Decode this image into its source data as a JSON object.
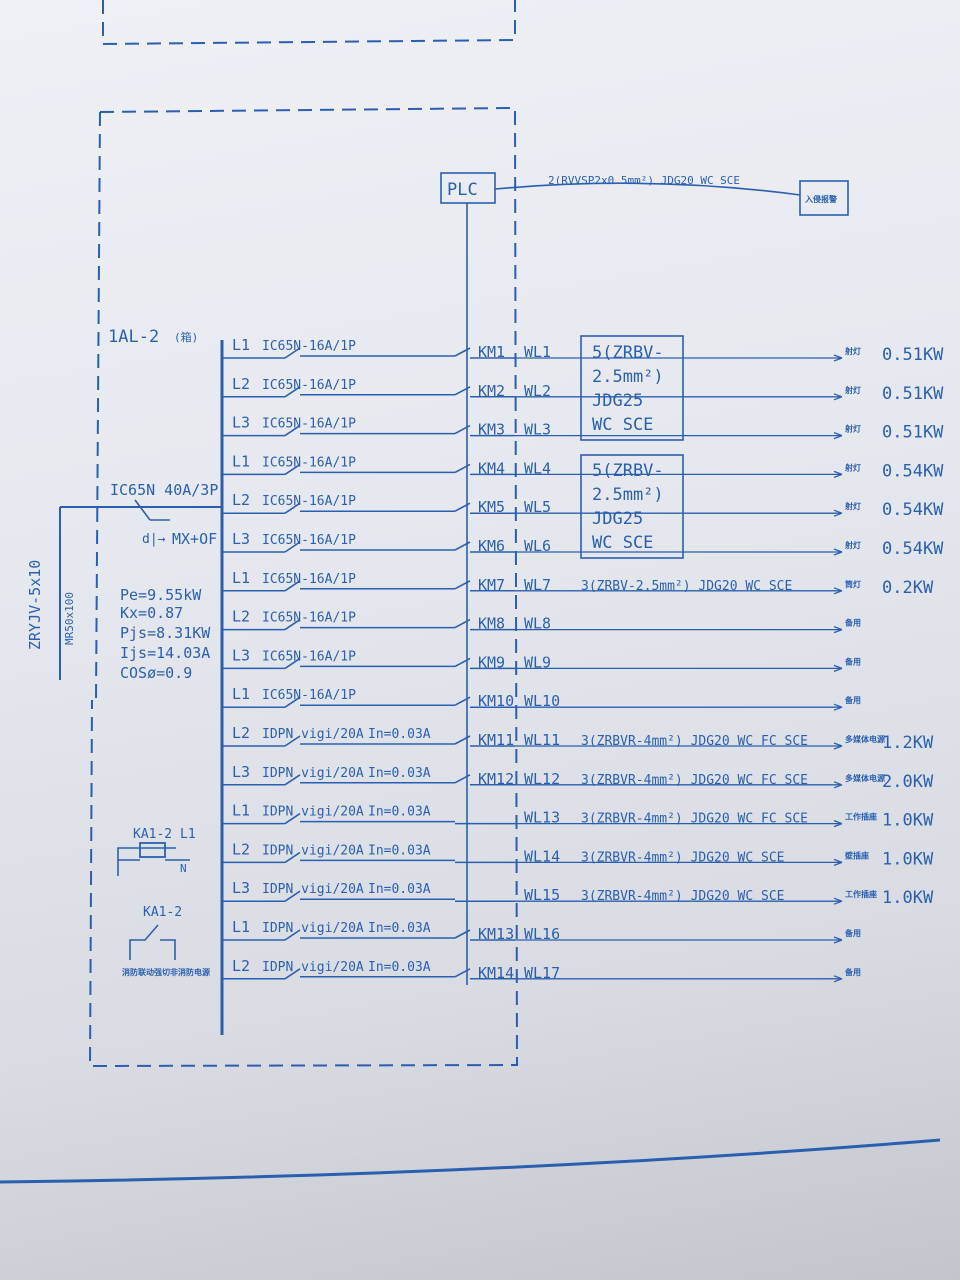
{
  "panel": {
    "name": "1AL-2",
    "name_note": "(箱)",
    "main_breaker": "IC65N 40A/3P",
    "shunt": "MX+OF",
    "incoming_cable": "ZRYJV-5x10",
    "incoming_conduit": "MR50x100",
    "pe": "Pe=9.55kW",
    "kx": "Kx=0.87",
    "pjs": "Pjs=8.31KW",
    "ijs": "Ijs=14.03A",
    "cos": "COSø=0.9",
    "relay_coil": "KA1-2",
    "relay_phase": "L1",
    "relay_neutral": "N",
    "relay_contact": "KA1-2",
    "relay_note": "消防联动强切非消防电源"
  },
  "plc": {
    "label": "PLC",
    "cable": "2(RVVSP2x0.5mm²) JDG20 WC SCE",
    "target": "入侵报警"
  },
  "cable_groups": [
    {
      "lines": [
        "5(ZRBV-",
        "2.5mm²)",
        "JDG25",
        "WC SCE"
      ]
    },
    {
      "lines": [
        "5(ZRBV-",
        "2.5mm²)",
        "JDG25",
        "WC SCE"
      ]
    }
  ],
  "circuits": [
    {
      "phase": "L1",
      "breaker": "IC65N-16A/1P",
      "rcd": "",
      "contactor": "KM1",
      "circuit": "WL1",
      "cable": "",
      "load": "射灯",
      "power": "0.51KW"
    },
    {
      "phase": "L2",
      "breaker": "IC65N-16A/1P",
      "rcd": "",
      "contactor": "KM2",
      "circuit": "WL2",
      "cable": "",
      "load": "射灯",
      "power": "0.51KW"
    },
    {
      "phase": "L3",
      "breaker": "IC65N-16A/1P",
      "rcd": "",
      "contactor": "KM3",
      "circuit": "WL3",
      "cable": "",
      "load": "射灯",
      "power": "0.51KW"
    },
    {
      "phase": "L1",
      "breaker": "IC65N-16A/1P",
      "rcd": "",
      "contactor": "KM4",
      "circuit": "WL4",
      "cable": "",
      "load": "射灯",
      "power": "0.54KW"
    },
    {
      "phase": "L2",
      "breaker": "IC65N-16A/1P",
      "rcd": "",
      "contactor": "KM5",
      "circuit": "WL5",
      "cable": "",
      "load": "射灯",
      "power": "0.54KW"
    },
    {
      "phase": "L3",
      "breaker": "IC65N-16A/1P",
      "rcd": "",
      "contactor": "KM6",
      "circuit": "WL6",
      "cable": "",
      "load": "射灯",
      "power": "0.54KW"
    },
    {
      "phase": "L1",
      "breaker": "IC65N-16A/1P",
      "rcd": "",
      "contactor": "KM7",
      "circuit": "WL7",
      "cable": "3(ZRBV-2.5mm²) JDG20 WC SCE",
      "load": "筒灯",
      "power": "0.2KW"
    },
    {
      "phase": "L2",
      "breaker": "IC65N-16A/1P",
      "rcd": "",
      "contactor": "KM8",
      "circuit": "WL8",
      "cable": "",
      "load": "备用",
      "power": ""
    },
    {
      "phase": "L3",
      "breaker": "IC65N-16A/1P",
      "rcd": "",
      "contactor": "KM9",
      "circuit": "WL9",
      "cable": "",
      "load": "备用",
      "power": ""
    },
    {
      "phase": "L1",
      "breaker": "IC65N-16A/1P",
      "rcd": "",
      "contactor": "KM10",
      "circuit": "WL10",
      "cable": "",
      "load": "备用",
      "power": ""
    },
    {
      "phase": "L2",
      "breaker": "IDPN vigi/20A",
      "rcd": "In=0.03A",
      "contactor": "KM11",
      "circuit": "WL11",
      "cable": "3(ZRBVR-4mm²) JDG20 WC FC SCE",
      "load": "多媒体电源",
      "power": "1.2KW"
    },
    {
      "phase": "L3",
      "breaker": "IDPN vigi/20A",
      "rcd": "In=0.03A",
      "contactor": "KM12",
      "circuit": "WL12",
      "cable": "3(ZRBVR-4mm²) JDG20 WC FC SCE",
      "load": "多媒体电源",
      "power": "2.0KW"
    },
    {
      "phase": "L1",
      "breaker": "IDPN vigi/20A",
      "rcd": "In=0.03A",
      "contactor": "",
      "circuit": "WL13",
      "cable": "3(ZRBVR-4mm²) JDG20 WC FC SCE",
      "load": "工作插座",
      "power": "1.0KW"
    },
    {
      "phase": "L2",
      "breaker": "IDPN vigi/20A",
      "rcd": "In=0.03A",
      "contactor": "",
      "circuit": "WL14",
      "cable": "3(ZRBVR-4mm²) JDG20 WC SCE",
      "load": "壁插座",
      "power": "1.0KW"
    },
    {
      "phase": "L3",
      "breaker": "IDPN vigi/20A",
      "rcd": "In=0.03A",
      "contactor": "",
      "circuit": "WL15",
      "cable": "3(ZRBVR-4mm²) JDG20 WC SCE",
      "load": "工作插座",
      "power": "1.0KW"
    },
    {
      "phase": "L1",
      "breaker": "IDPN vigi/20A",
      "rcd": "In=0.03A",
      "contactor": "KM13",
      "circuit": "WL16",
      "cable": "",
      "load": "备用",
      "power": ""
    },
    {
      "phase": "L2",
      "breaker": "IDPN vigi/20A",
      "rcd": "In=0.03A",
      "contactor": "KM14",
      "circuit": "WL17",
      "cable": "",
      "load": "备用",
      "power": ""
    }
  ]
}
